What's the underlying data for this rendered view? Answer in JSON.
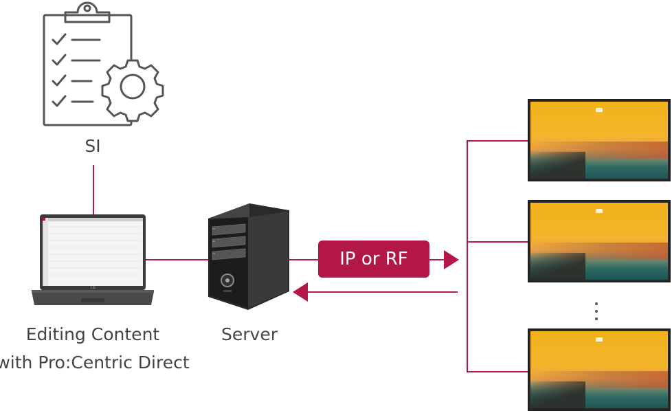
{
  "nodes": {
    "si": {
      "label": "SI",
      "icon": "clipboard-checklist-gear-icon"
    },
    "laptop": {
      "label_line1": "Editing Content",
      "label_line2": "with Pro:Centric Direct",
      "icon": "laptop-icon"
    },
    "server": {
      "label": "Server",
      "icon": "server-tower-icon"
    },
    "tvs": [
      {
        "icon": "tv-display-icon"
      },
      {
        "icon": "tv-display-icon"
      },
      {
        "icon": "tv-display-icon"
      }
    ]
  },
  "connection": {
    "label": "IP or RF"
  },
  "ellipsis": "⋮",
  "colors": {
    "accent": "#b31746",
    "line": "#b5184a",
    "text": "#444444"
  }
}
